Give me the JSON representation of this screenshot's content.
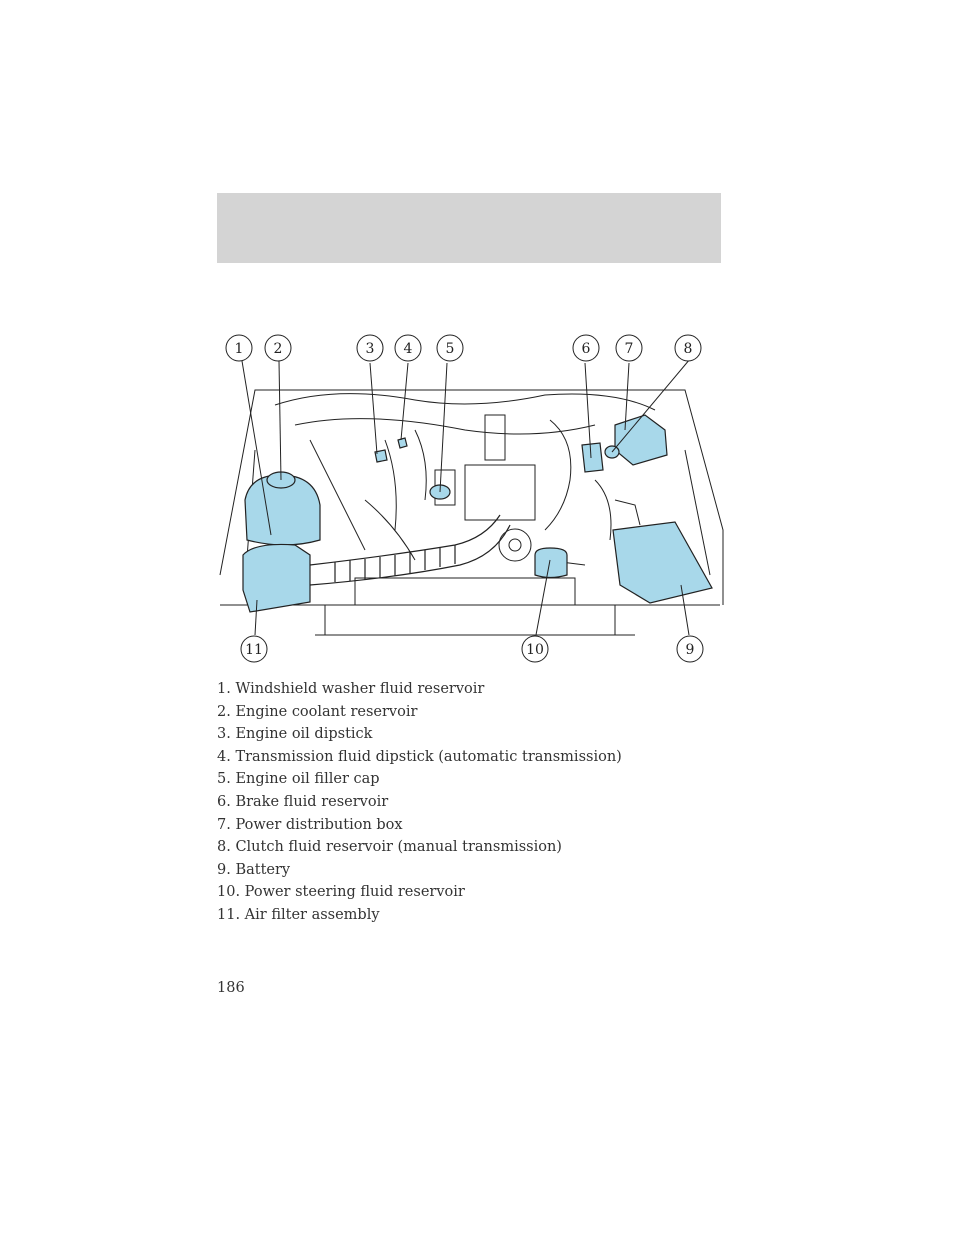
{
  "header": {
    "text": ""
  },
  "diagram": {
    "callouts": [
      "1",
      "2",
      "3",
      "4",
      "5",
      "6",
      "7",
      "8",
      "9",
      "10",
      "11"
    ],
    "highlight_color": "#a8d8ea",
    "line_color": "#222222"
  },
  "legend": {
    "items": [
      "1. Windshield washer fluid reservoir",
      "2. Engine coolant reservoir",
      "3. Engine oil dipstick",
      "4. Transmission fluid dipstick (automatic transmission)",
      "5. Engine oil filler cap",
      "6. Brake fluid reservoir",
      "7. Power distribution box",
      "8. Clutch fluid reservoir (manual transmission)",
      "9. Battery",
      "10. Power steering fluid reservoir",
      "11. Air filter assembly"
    ]
  },
  "footer": {
    "page_number": "186"
  }
}
